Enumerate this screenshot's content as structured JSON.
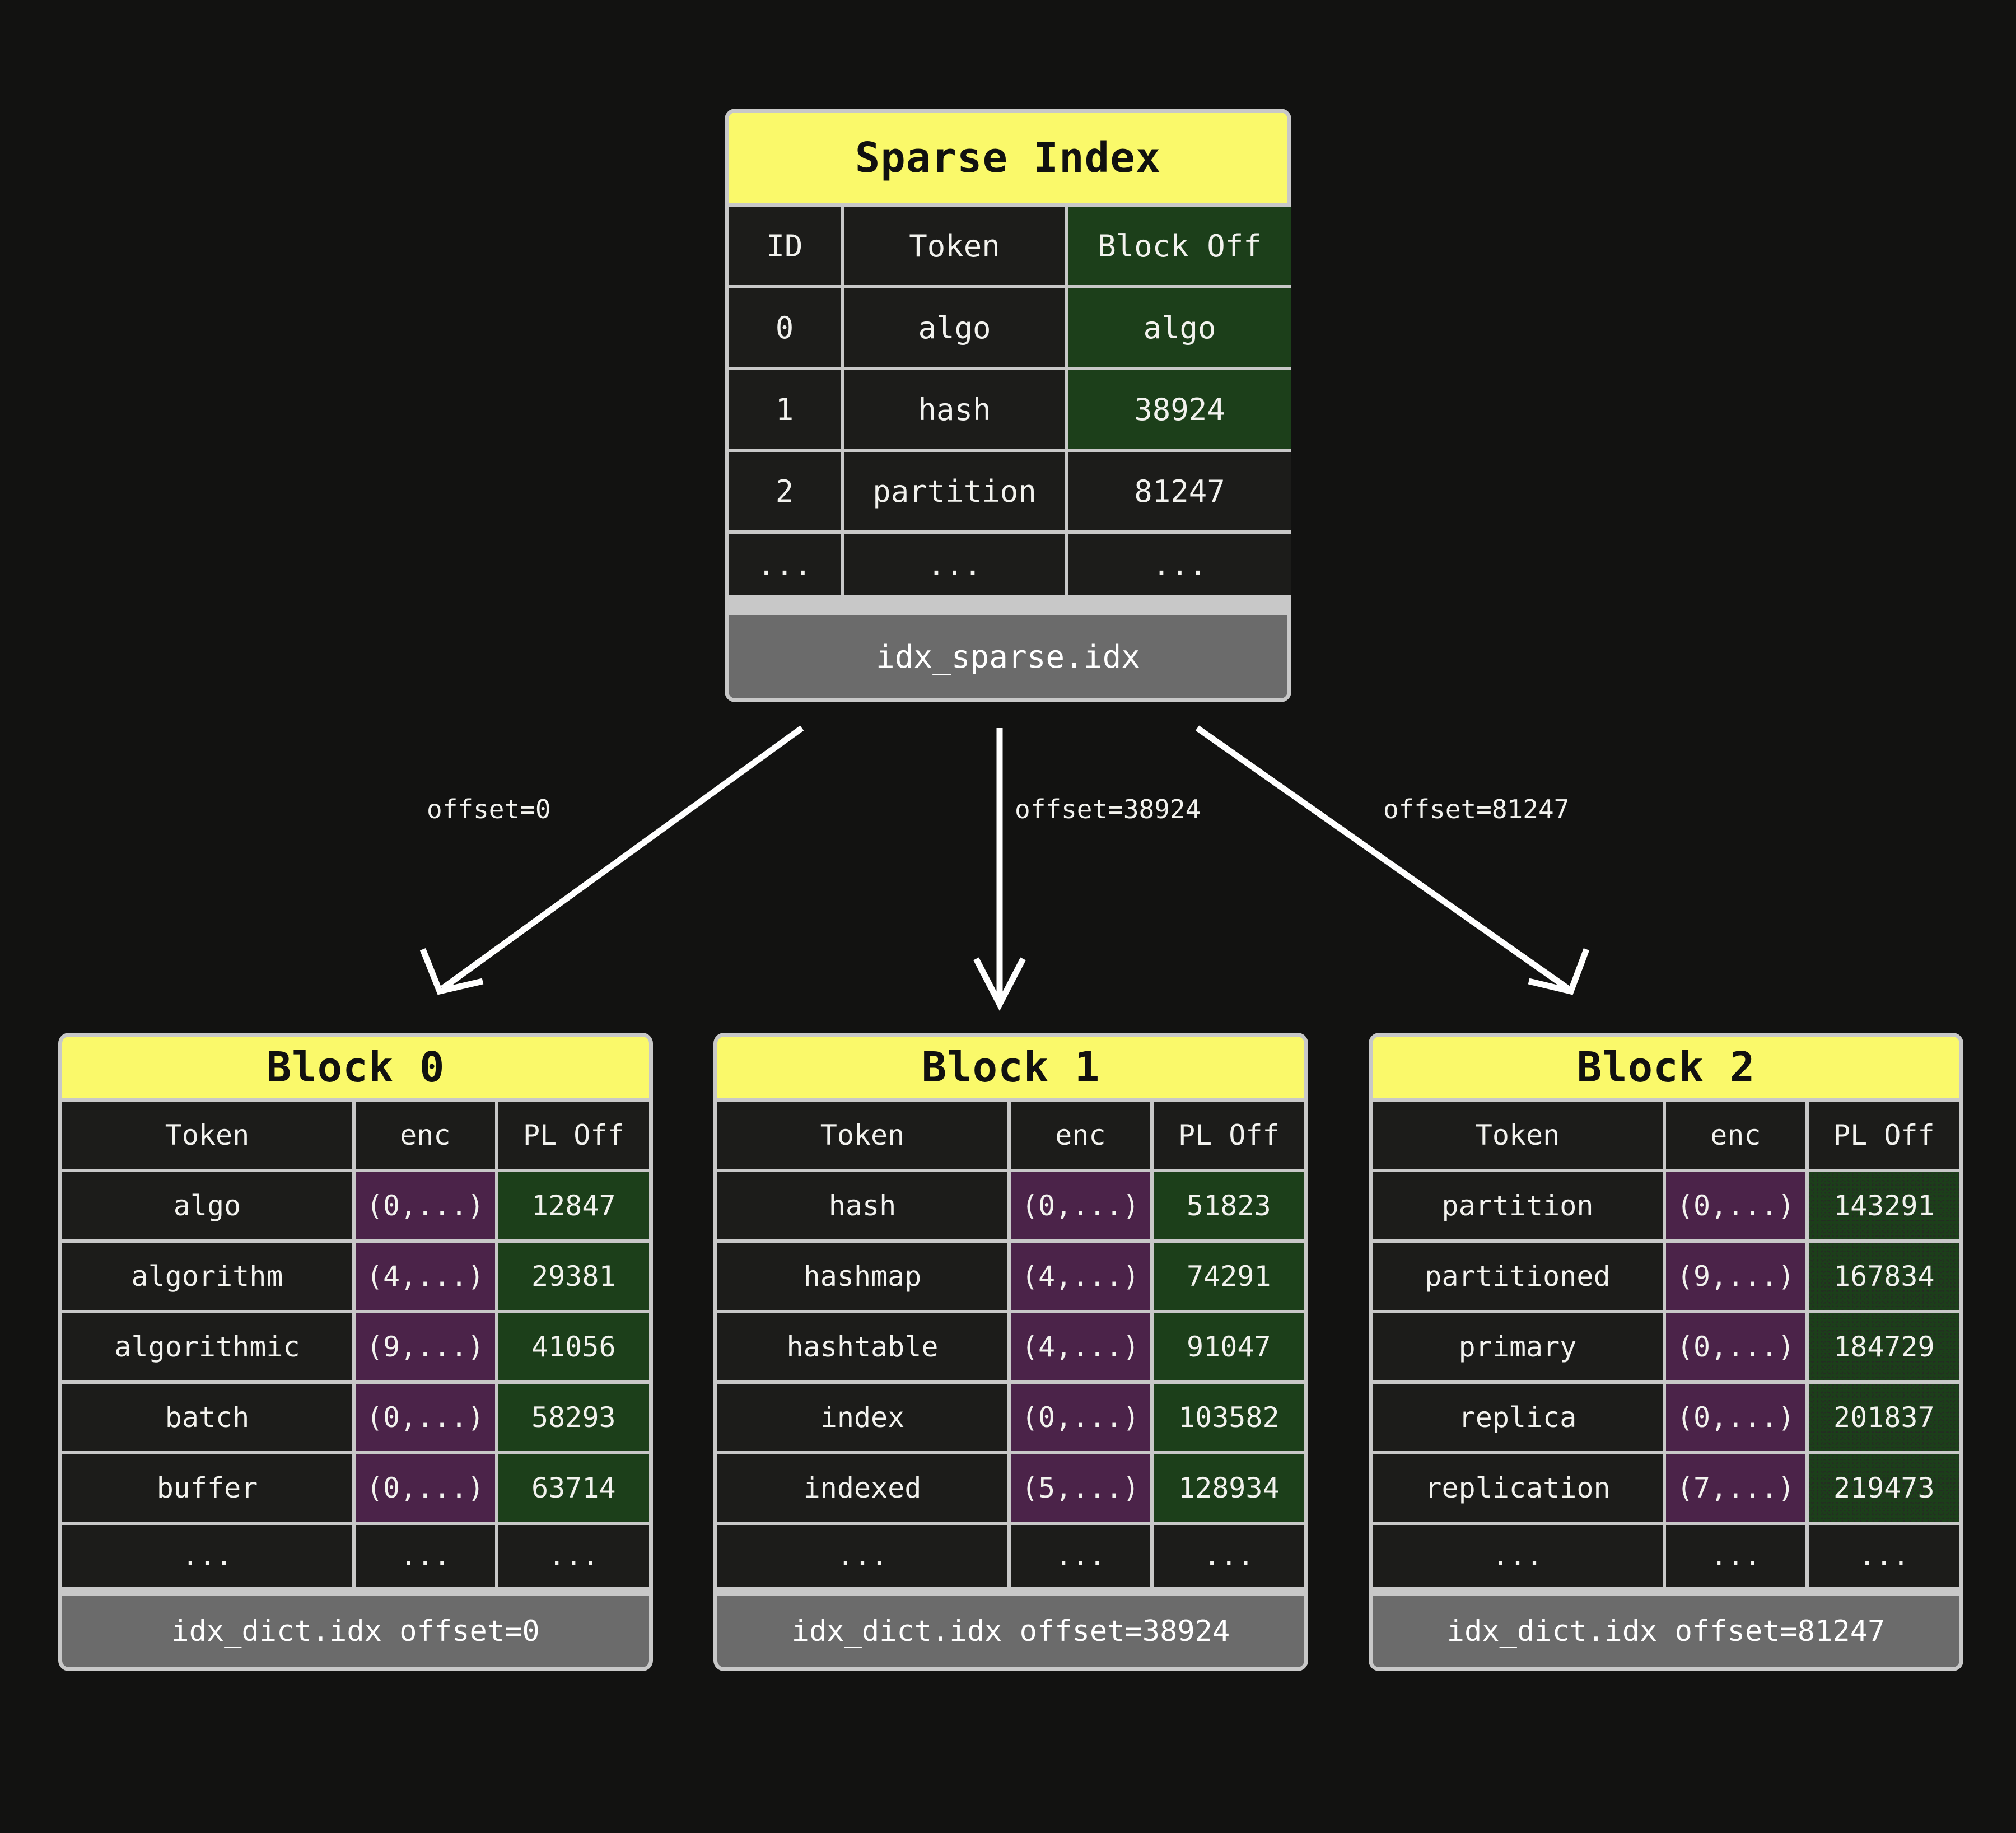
{
  "background_color": "#121211",
  "palette": {
    "title_yellow": "#faf96a",
    "footer_gray": "#6b6b6b",
    "grid_border": "#c8c8c8",
    "cell_dark": "#1c1c1a",
    "highlight_green": "#1c3f1a",
    "highlight_purple": "#4b2349",
    "text": "#f2f2ee",
    "arrow": "#ffffff"
  },
  "sparse_index": {
    "title": "Sparse Index",
    "columns": [
      "ID",
      "Token",
      "Block Off"
    ],
    "column_highlight": [
      null,
      null,
      "green"
    ],
    "rows": [
      {
        "cells": [
          "0",
          "algo",
          "algo"
        ],
        "highlight": [
          null,
          null,
          "green"
        ]
      },
      {
        "cells": [
          "1",
          "hash",
          "38924"
        ],
        "highlight": [
          null,
          null,
          "green"
        ]
      },
      {
        "cells": [
          "2",
          "partition",
          "81247"
        ],
        "highlight": [
          null,
          null,
          null
        ]
      },
      {
        "cells": [
          "...",
          "...",
          "..."
        ],
        "highlight": [
          null,
          null,
          null
        ],
        "ellipsis": true
      }
    ],
    "footer": "idx_sparse.idx"
  },
  "edges": [
    {
      "label": "offset=0",
      "from": "sparse_index",
      "to": "block_0"
    },
    {
      "label": "offset=38924",
      "from": "sparse_index",
      "to": "block_1"
    },
    {
      "label": "offset=81247",
      "from": "sparse_index",
      "to": "block_2"
    }
  ],
  "blocks": [
    {
      "title": "Block 0",
      "columns": [
        "Token",
        "enc",
        "PL Off"
      ],
      "rows": [
        {
          "cells": [
            "algo",
            "(0,...)",
            "12847"
          ]
        },
        {
          "cells": [
            "algorithm",
            "(4,...)",
            "29381"
          ]
        },
        {
          "cells": [
            "algorithmic",
            "(9,...)",
            "41056"
          ]
        },
        {
          "cells": [
            "batch",
            "(0,...)",
            "58293"
          ]
        },
        {
          "cells": [
            "buffer",
            "(0,...)",
            "63714"
          ]
        },
        {
          "cells": [
            "...",
            "...",
            "..."
          ],
          "ellipsis": true
        }
      ],
      "footer": "idx_dict.idx offset=0"
    },
    {
      "title": "Block 1",
      "columns": [
        "Token",
        "enc",
        "PL Off"
      ],
      "rows": [
        {
          "cells": [
            "hash",
            "(0,...)",
            "51823"
          ]
        },
        {
          "cells": [
            "hashmap",
            "(4,...)",
            "74291"
          ]
        },
        {
          "cells": [
            "hashtable",
            "(4,...)",
            "91047"
          ]
        },
        {
          "cells": [
            "index",
            "(0,...)",
            "103582"
          ]
        },
        {
          "cells": [
            "indexed",
            "(5,...)",
            "128934"
          ]
        },
        {
          "cells": [
            "...",
            "...",
            "..."
          ],
          "ellipsis": true
        }
      ],
      "footer": "idx_dict.idx offset=38924"
    },
    {
      "title": "Block 2",
      "columns": [
        "Token",
        "enc",
        "PL Off"
      ],
      "rows": [
        {
          "cells": [
            "partition",
            "(0,...)",
            "143291"
          ]
        },
        {
          "cells": [
            "partitioned",
            "(9,...)",
            "167834"
          ]
        },
        {
          "cells": [
            "primary",
            "(0,...)",
            "184729"
          ]
        },
        {
          "cells": [
            "replica",
            "(0,...)",
            "201837"
          ]
        },
        {
          "cells": [
            "replication",
            "(7,...)",
            "219473"
          ]
        },
        {
          "cells": [
            "...",
            "...",
            "..."
          ],
          "ellipsis": true
        }
      ],
      "footer": "idx_dict.idx offset=81247"
    }
  ]
}
